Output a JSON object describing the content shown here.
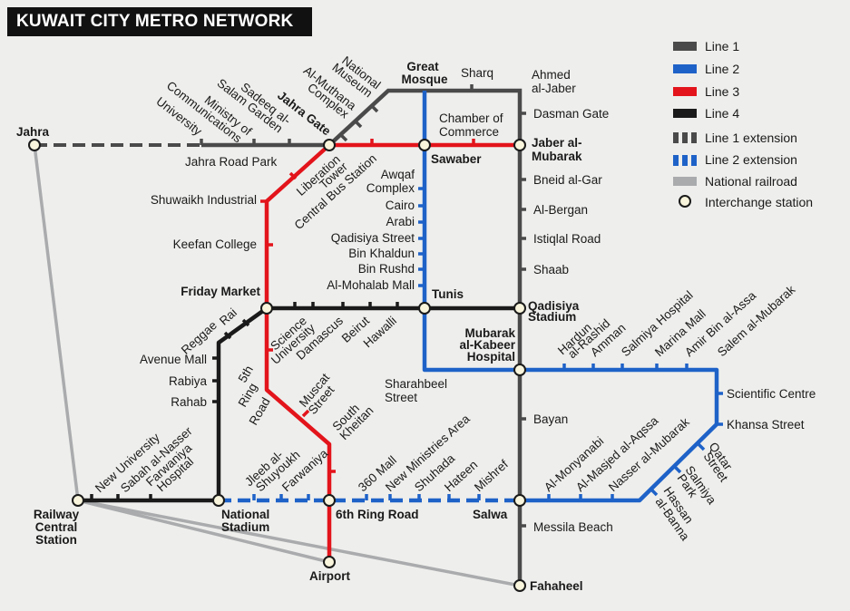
{
  "title": "KUWAIT CITY METRO NETWORK",
  "colors": {
    "line1": "#4a4a4a",
    "line2": "#1e62c8",
    "line3": "#e3141b",
    "line4": "#1a1a1a",
    "railroad": "#a9abad",
    "interchange_fill": "#f8f5dc"
  },
  "legend": {
    "line1": "Line 1",
    "line2": "Line 2",
    "line3": "Line 3",
    "line4": "Line 4",
    "line1_ext": "Line 1 extension",
    "line2_ext": "Line 2 extension",
    "railroad": "National railroad",
    "interchange": "Interchange station"
  },
  "stations": {
    "jahra": "Jahra",
    "university": "University",
    "ministry_of_communications_1": "Ministry of",
    "ministry_of_communications_2": "Communications",
    "sadeeq_1": "Sadeeq al-",
    "sadeeq_2": "Salam Garden",
    "jahra_gate": "Jahra Gate",
    "al_muthana_1": "Al-Muthana",
    "al_muthana_2": "Complex",
    "national_museum_1": "National",
    "national_museum_2": "Museum",
    "great_mosque_1": "Great",
    "great_mosque_2": "Mosque",
    "sharq": "Sharq",
    "ahmed_1": "Ahmed",
    "ahmed_2": "al-Jaber",
    "dasman_gate": "Dasman Gate",
    "chamber_1": "Chamber of",
    "chamber_2": "Commerce",
    "jaber_1": "Jaber al-",
    "jaber_2": "Mubarak",
    "sawaber": "Sawaber",
    "jahra_road_park": "Jahra Road Park",
    "liberation_1": "Liberation",
    "liberation_2": "Tower",
    "central_bus": "Central Bus Station",
    "shuwaikh": "Shuwaikh Industrial",
    "awqaf_1": "Awqaf",
    "awqaf_2": "Complex",
    "cairo": "Cairo",
    "arabi": "Arabi",
    "qadisiya_street": "Qadisiya Street",
    "bin_khaldun": "Bin Khaldun",
    "bin_rushd": "Bin Rushd",
    "al_mohalab": "Al-Mohalab Mall",
    "bneid": "Bneid al-Gar",
    "al_bergan": "Al-Bergan",
    "istiqlal": "Istiqlal Road",
    "shaab": "Shaab",
    "keefan": "Keefan College",
    "friday_market": "Friday Market",
    "tunis": "Tunis",
    "qadisiya_stadium_1": "Qadisiya",
    "qadisiya_stadium_2": "Stadium",
    "reggae": "Reggae",
    "rai": "Rai",
    "science_1": "Science",
    "science_2": "University",
    "damascus": "Damascus",
    "beirut": "Beirut",
    "hawalli": "Hawalli",
    "mubarak_kabeer_1": "Mubarak",
    "mubarak_kabeer_2": "al-Kabeer",
    "mubarak_kabeer_3": "Hospital",
    "hardun_1": "Hardun",
    "hardun_2": "al-Rashid",
    "amman": "Amman",
    "salmiya_hospital": "Salmiya Hospital",
    "marina_mall": "Marina Mall",
    "amir": "Amir Bin al-Assa",
    "salem": "Salem al-Mubarak",
    "avenue_mall": "Avenue Mall",
    "rabiya": "Rabiya",
    "rahab": "Rahab",
    "fifth_ring_1": "5th",
    "fifth_ring_2": "Ring",
    "fifth_ring_3": "Road",
    "muscat_1": "Muscat",
    "muscat_2": "Street",
    "sharahbeel_1": "Sharahbeel",
    "sharahbeel_2": "Street",
    "scientific": "Scientific Centre",
    "khansa": "Khansa Street",
    "bayan": "Bayan",
    "south_kheitan_1": "South",
    "south_kheitan_2": "Kheitan",
    "new_univ_1": "New University",
    "sabah_1": "Sabah al-Nasser",
    "farwaniya_hosp_1": "Farwaniya",
    "farwaniya_hosp_2": "Hospital",
    "jleeb_1": "Jleeb al-",
    "jleeb_2": "Shuyoukh",
    "farwaniya": "Farwaniya",
    "mall_360": "360 Mall",
    "new_ministries": "New Ministries Area",
    "shuhada": "Shuhada",
    "hateen": "Hateen",
    "mishref": "Mishref",
    "al_monyanabi": "Al-Monyanabi",
    "al_masjed": "Al-Masjed al-Aqssa",
    "nasser": "Nasser al-Mubarak",
    "qatar_1": "Qatar",
    "qatar_2": "Street",
    "salmiya_park_1": "Salmiya",
    "salmiya_park_2": "Park",
    "hassan_1": "Hassan",
    "hassan_2": "al-Banna",
    "railway_1": "Railway",
    "railway_2": "Central",
    "railway_3": "Station",
    "national_stadium_1": "National",
    "national_stadium_2": "Stadium",
    "sixth_ring": "6th Ring Road",
    "salwa": "Salwa",
    "messila": "Messila Beach",
    "airport": "Airport",
    "fahaheel": "Fahaheel"
  }
}
